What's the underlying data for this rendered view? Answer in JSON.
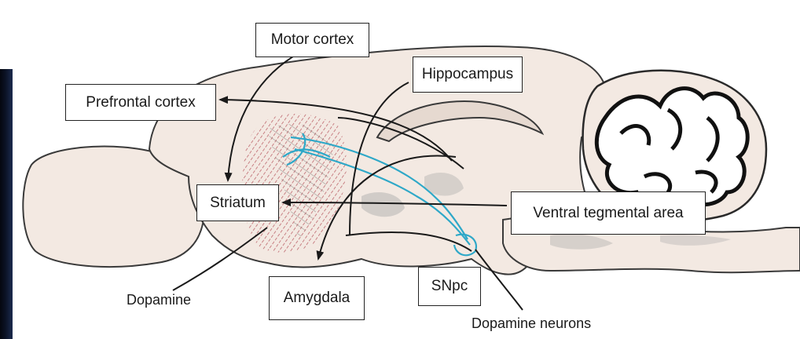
{
  "labels": {
    "motor_cortex": "Motor cortex",
    "hippocampus": "Hippocampus",
    "prefrontal_cortex": "Prefrontal cortex",
    "striatum": "Striatum",
    "ventral_tegmental_area": "Ventral tegmental area",
    "amygdala": "Amygdala",
    "snpc": "SNpc",
    "dopamine": "Dopamine",
    "dopamine_neurons": "Dopamine neurons"
  },
  "colors": {
    "brain_fill": "#f3e9e2",
    "outline": "#3a3a3a",
    "dopamine_pathway": "#2ea8c8",
    "striatum_hatch": "#b0454f",
    "side_bar": "#0b1326"
  }
}
